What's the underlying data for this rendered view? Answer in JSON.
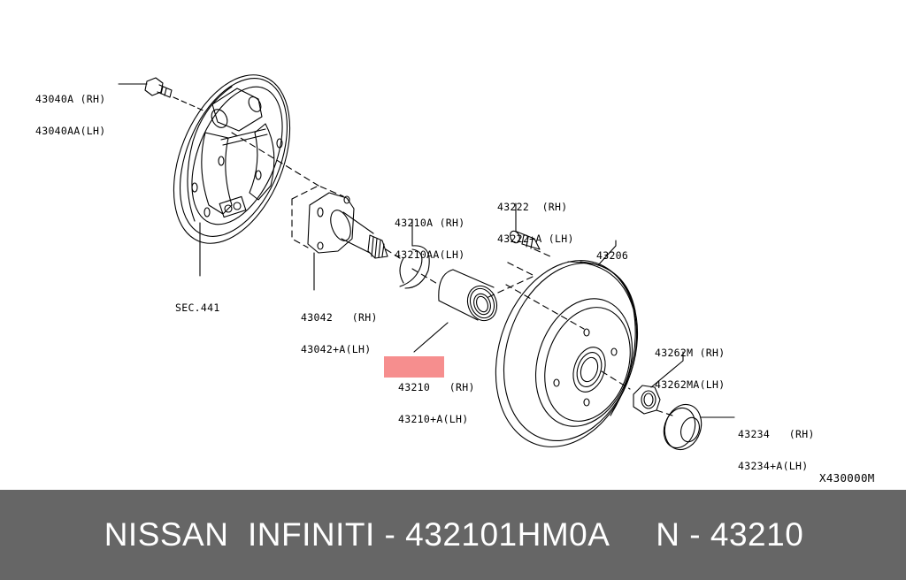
{
  "diagram": {
    "title": "Rear drum brake / hub bearing exploded view",
    "figure_code": "X430000M",
    "highlight_color": "#f47a7a",
    "callouts": [
      {
        "id": "brake-backing-plate",
        "lines": [
          "SEC.441"
        ]
      },
      {
        "id": "backing-plate-bolt",
        "lines": [
          "43040A (RH)",
          "43040AA(LH)"
        ]
      },
      {
        "id": "spindle",
        "lines": [
          "43042   (RH)",
          "43042+A(LH)"
        ]
      },
      {
        "id": "snap-ring",
        "lines": [
          "43210A (RH)",
          "43210AA(LH)"
        ]
      },
      {
        "id": "hub-bearing",
        "lines": [
          "43210",
          "43210+A(LH)"
        ],
        "suffix_rh": "(RH)",
        "highlighted": true
      },
      {
        "id": "hub-bolt",
        "lines": [
          "43222  (RH)",
          "43222+A (LH)"
        ]
      },
      {
        "id": "brake-drum",
        "lines": [
          "43206"
        ]
      },
      {
        "id": "hub-nut",
        "lines": [
          "43262M (RH)",
          "43262MA(LH)"
        ]
      },
      {
        "id": "hub-cap",
        "lines": [
          "43234   (RH)",
          "43234+A(LH)"
        ]
      }
    ]
  },
  "banner": {
    "text": "NISSAN  INFINITI - 432101HM0A     N - 43210",
    "brand": "NISSAN  INFINITI",
    "part_number": "432101HM0A",
    "reference": "N - 43210",
    "background": "#666666",
    "color": "#ffffff"
  }
}
